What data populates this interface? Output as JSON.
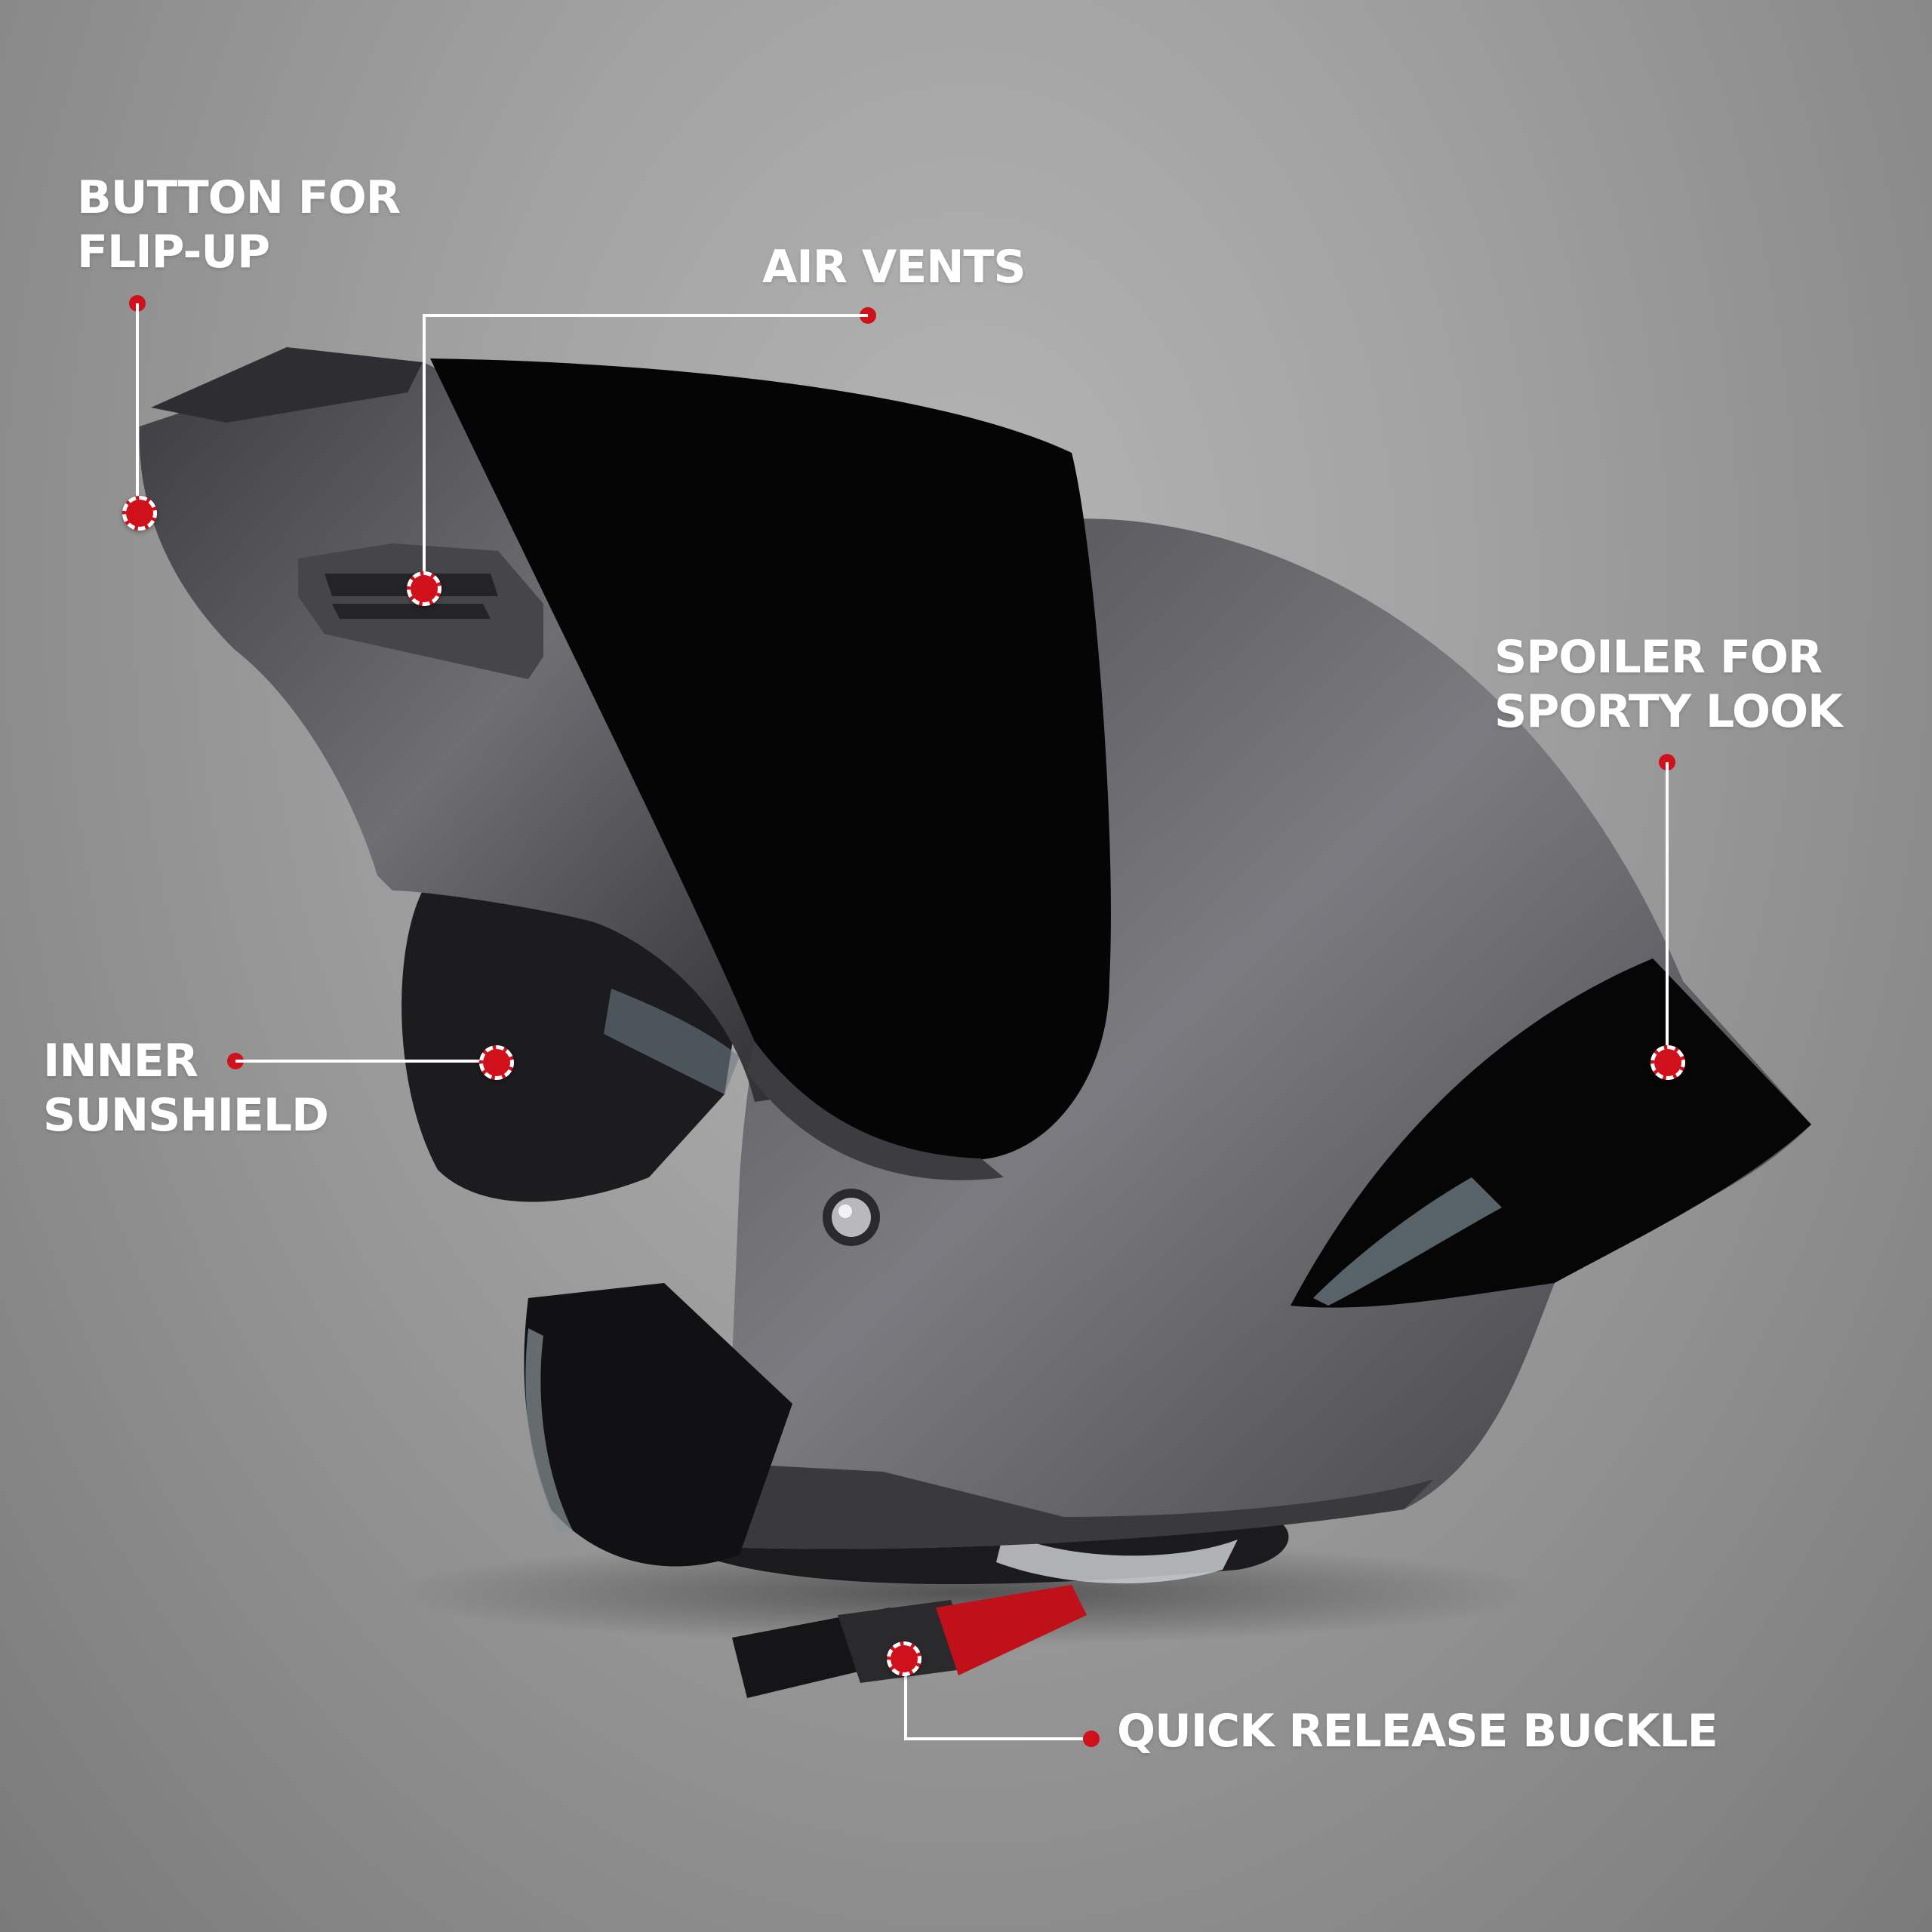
{
  "product": {
    "name": "modular flip-up motorcycle helmet",
    "shell_color": "#5c5c60",
    "visor_color": "#050505"
  },
  "theme": {
    "accent": "#d0101a",
    "label_color": "#ffffff",
    "background": "#a3a3a3"
  },
  "callouts": [
    {
      "id": "flip-up-button",
      "lines": [
        "BUTTON FOR",
        "FLIP-UP"
      ]
    },
    {
      "id": "air-vents",
      "lines": [
        "AIR VENTS"
      ]
    },
    {
      "id": "spoiler",
      "lines": [
        "SPOILER FOR",
        "SPORTY LOOK"
      ]
    },
    {
      "id": "inner-sunshield",
      "lines": [
        "INNER",
        "SUNSHIELD"
      ]
    },
    {
      "id": "quick-release-buckle",
      "lines": [
        "QUICK RELEASE BUCKLE"
      ]
    }
  ]
}
